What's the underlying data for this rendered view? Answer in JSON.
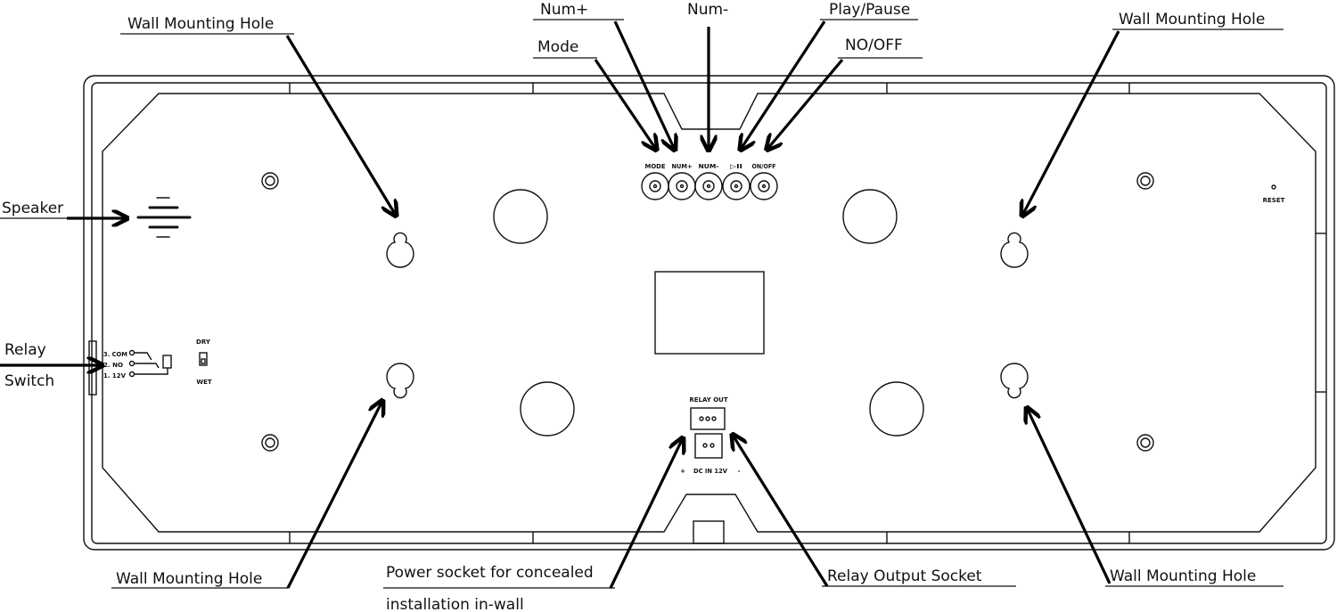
{
  "callouts": {
    "wall_hole_top_left": "Wall Mounting Hole",
    "num_plus": "Num+",
    "num_minus": "Num-",
    "play_pause": "Play/Pause",
    "mode": "Mode",
    "no_off": "NO/OFF",
    "wall_hole_top_right": "Wall Mounting Hole",
    "speaker": "Speaker",
    "relay_line1": "Relay",
    "relay_line2": "Switch",
    "wall_hole_bottom_left": "Wall Mounting Hole",
    "power_line1": "Power socket for concealed",
    "power_line2": "installation in-wall",
    "relay_output_socket": "Relay Output Socket",
    "wall_hole_bottom_right": "Wall Mounting Hole"
  },
  "device": {
    "buttons": [
      "MODE",
      "NUM+",
      "NUM-",
      "▷II",
      "ON/OFF"
    ],
    "reset": "RESET",
    "relay_terminals": [
      "3. COM",
      "2. NO",
      "1. 12V"
    ],
    "dry": "DRY",
    "wet": "WET",
    "relay_out": "RELAY OUT",
    "dc_in": "DC IN 12V",
    "dc_plus": "+",
    "dc_minus": "-"
  }
}
